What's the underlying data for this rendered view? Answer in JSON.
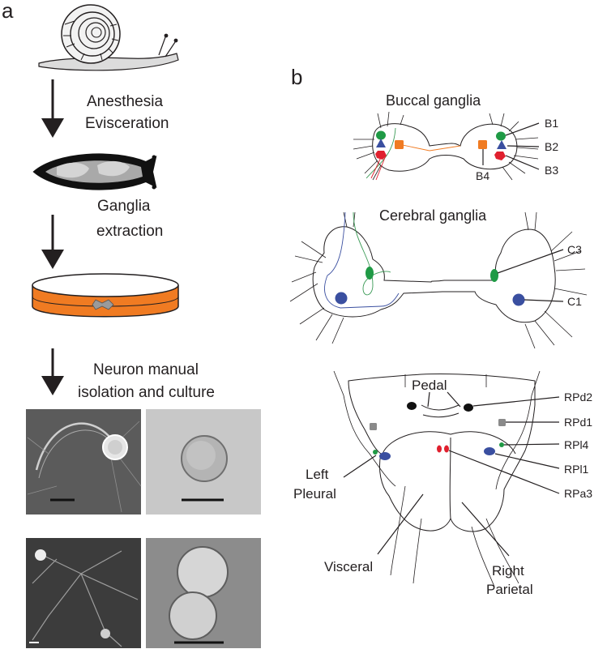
{
  "panels": {
    "a": "a",
    "b": "b"
  },
  "steps": [
    {
      "line1": "Anesthesia",
      "line2": "Evisceration"
    },
    {
      "line1": "Ganglia",
      "line2": "extraction"
    },
    {
      "line1": "Neuron manual",
      "line2": "isolation and culture"
    }
  ],
  "buccal": {
    "title": "Buccal ganglia",
    "labels": {
      "b1": "B1",
      "b2": "B2",
      "b3": "B3",
      "b4": "B4"
    }
  },
  "cerebral": {
    "title": "Cerebral ganglia",
    "labels": {
      "c3": "C3",
      "c1": "C1"
    }
  },
  "ring": {
    "labels": {
      "pedal": "Pedal",
      "left_pleural_1": "Left",
      "left_pleural_2": "Pleural",
      "visceral": "Visceral",
      "right_parietal_1": "Right",
      "right_parietal_2": "Parietal",
      "rpd2": "RPd2",
      "rpd1": "RPd1",
      "rpl4": "RPl4",
      "rpl1": "RPl1",
      "rpa3": "RPa3"
    }
  },
  "colors": {
    "green": "#1f9a45",
    "blue": "#3a4fa0",
    "red": "#e0202e",
    "orange": "#f07b22",
    "grey": "#8a8a8a",
    "black": "#111111"
  }
}
